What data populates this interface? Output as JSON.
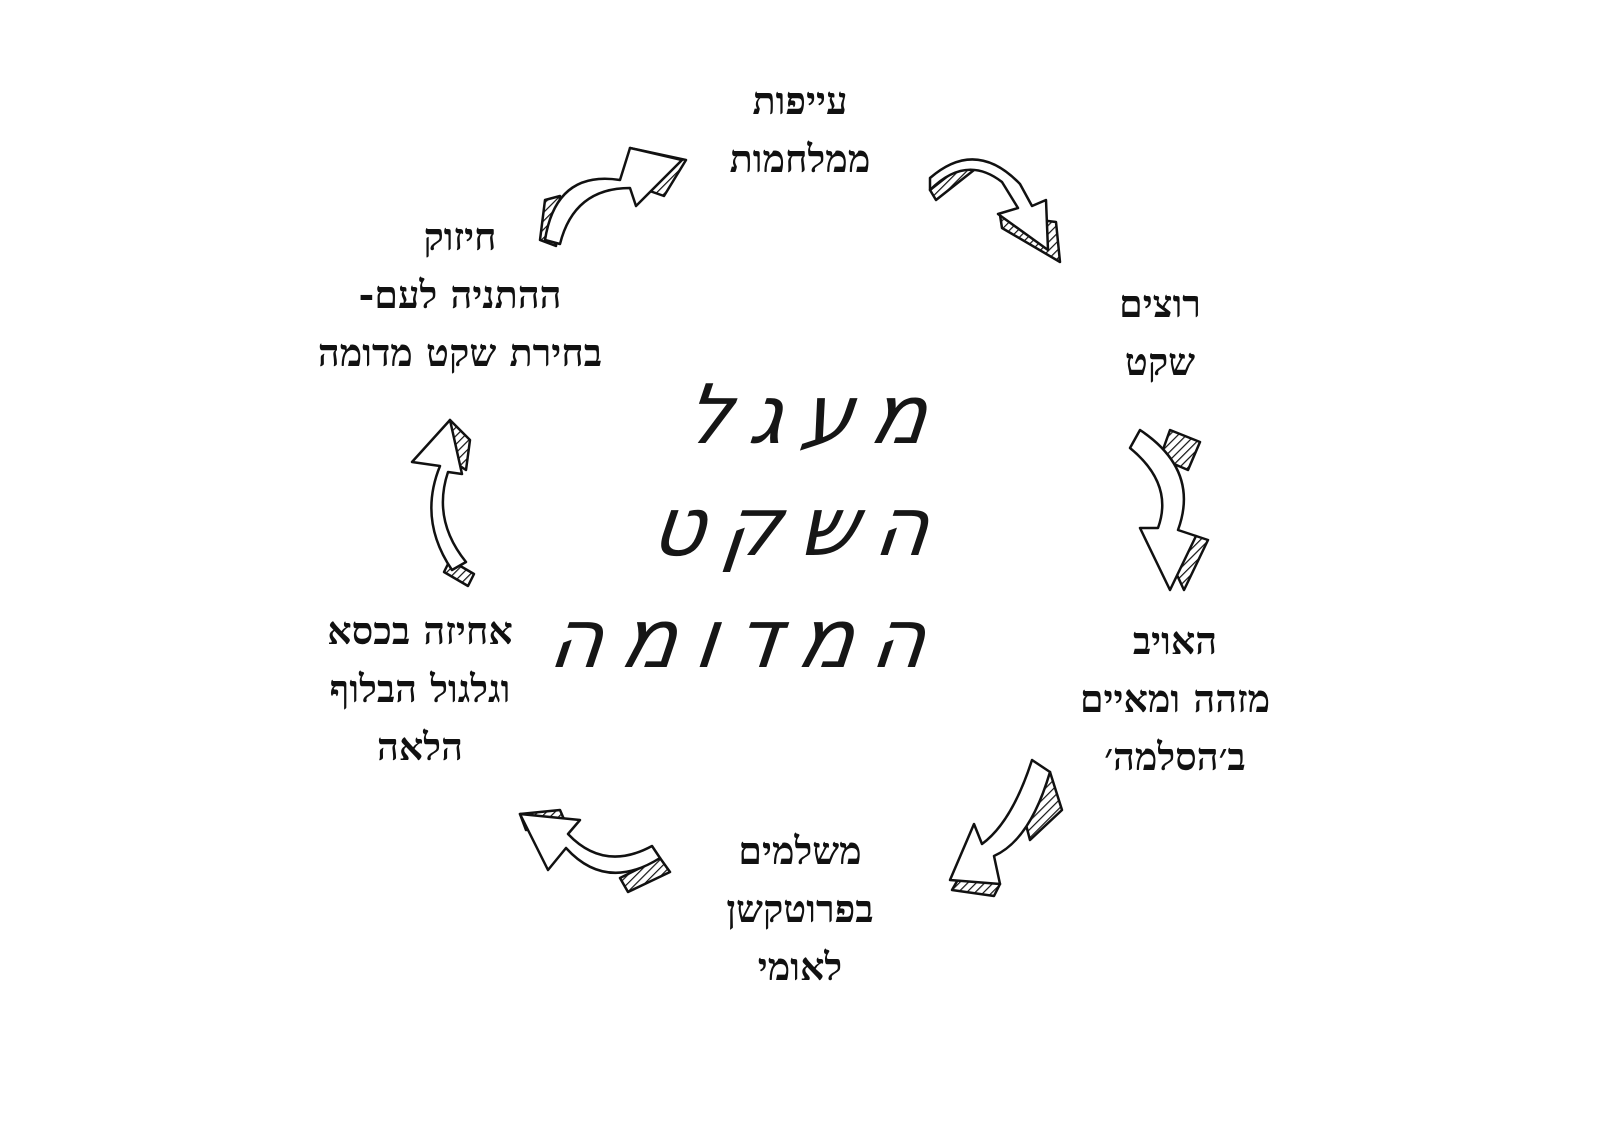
{
  "diagram": {
    "center_lines": [
      "מעגל",
      "השקט",
      "המדומה"
    ],
    "nodes": [
      {
        "id": "top",
        "lines": [
          "עייפות",
          "ממלחמות"
        ]
      },
      {
        "id": "right",
        "lines": [
          "רוצים",
          "שקט"
        ]
      },
      {
        "id": "right-lower",
        "lines": [
          "האויב",
          "מזהה ומאיים",
          "ב׳הסלמה׳"
        ]
      },
      {
        "id": "bottom",
        "lines": [
          "משלמים",
          "בפרוטקשן",
          "לאומי"
        ]
      },
      {
        "id": "left",
        "lines": [
          "אחיזה בכסא",
          "וגלגול הבלוף",
          "הלאה"
        ]
      },
      {
        "id": "top-left",
        "lines": [
          "חיזוק",
          "ההתניה לעם-",
          "בחירת שקט מדומה"
        ]
      }
    ],
    "arrow_style": "hand-drawn-3d-hatched",
    "colors": {
      "ink": "#111111",
      "background": "#ffffff"
    }
  }
}
